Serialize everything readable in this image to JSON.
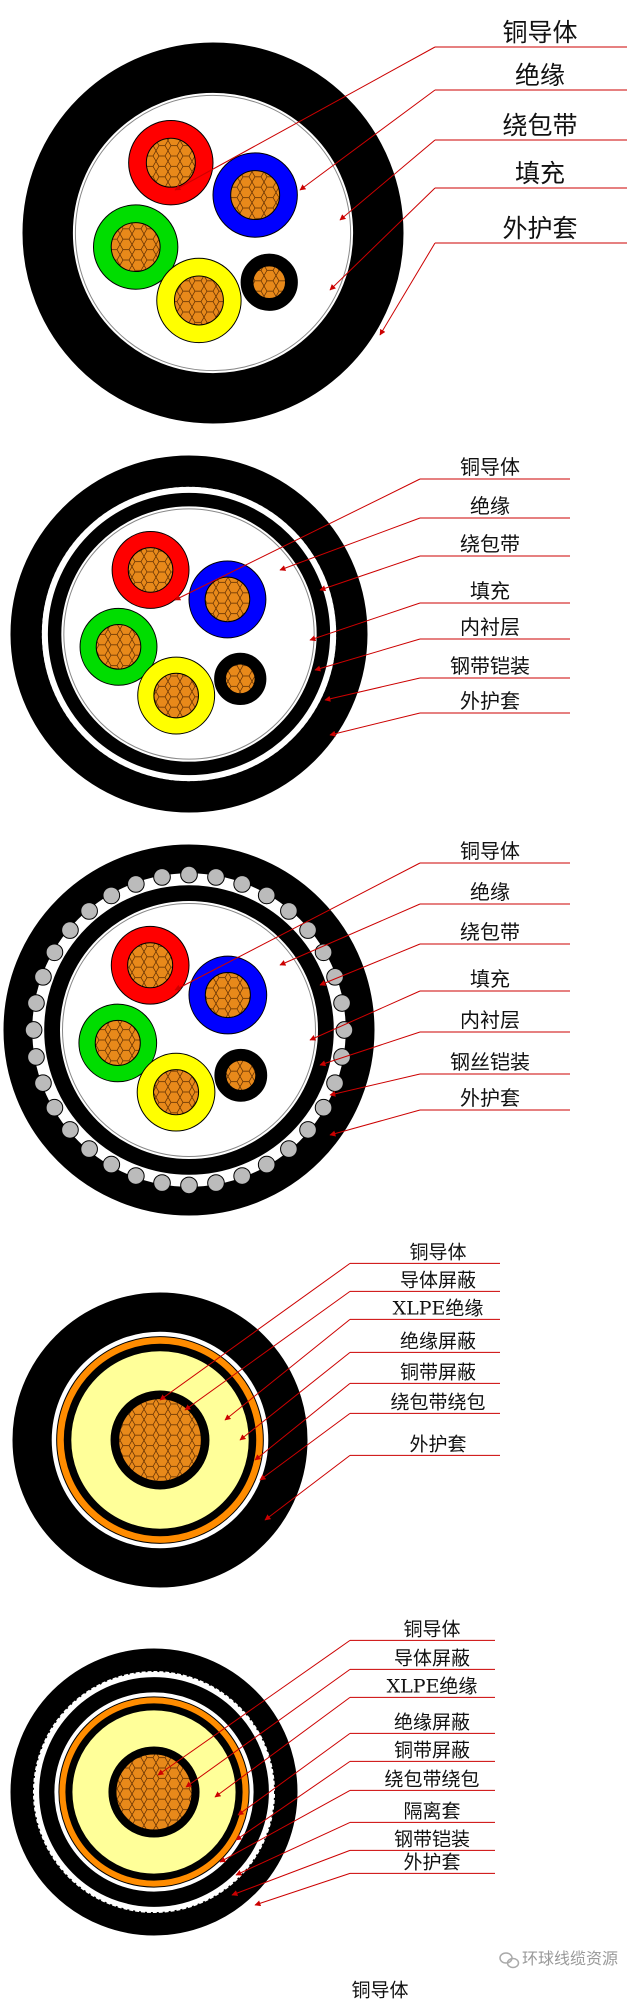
{
  "colors": {
    "jacket": "#000000",
    "conductor": "#E8891A",
    "leader_line": "#CC0000",
    "insulation_red": "#FF0000",
    "insulation_blue": "#0000FF",
    "insulation_green": "#00DD00",
    "insulation_yellow": "#FFFF00",
    "xlpe": "#FFFF99",
    "copper_tape": "#FF8C00"
  },
  "diagrams": [
    {
      "labels": [
        "铜导体",
        "绝缘",
        "绕包带",
        "填充",
        "外护套"
      ]
    },
    {
      "labels": [
        "铜导体",
        "绝缘",
        "绕包带",
        "填充",
        "内衬层",
        "钢带铠装",
        "外护套"
      ]
    },
    {
      "labels": [
        "铜导体",
        "绝缘",
        "绕包带",
        "填充",
        "内衬层",
        "钢丝铠装",
        "外护套"
      ]
    },
    {
      "labels": [
        "铜导体",
        "导体屏蔽",
        "XLPE绝缘",
        "绝缘屏蔽",
        "铜带屏蔽",
        "绕包带绕包",
        "外护套"
      ]
    },
    {
      "labels": [
        "铜导体",
        "导体屏蔽",
        "XLPE绝缘",
        "绝缘屏蔽",
        "铜带屏蔽",
        "绕包带绕包",
        "隔离套",
        "钢带铠装",
        "外护套"
      ]
    },
    {
      "labels": [
        "铜导体"
      ]
    }
  ],
  "watermark": {
    "icon": "wechat-icon",
    "text": "环球线缆资源"
  }
}
